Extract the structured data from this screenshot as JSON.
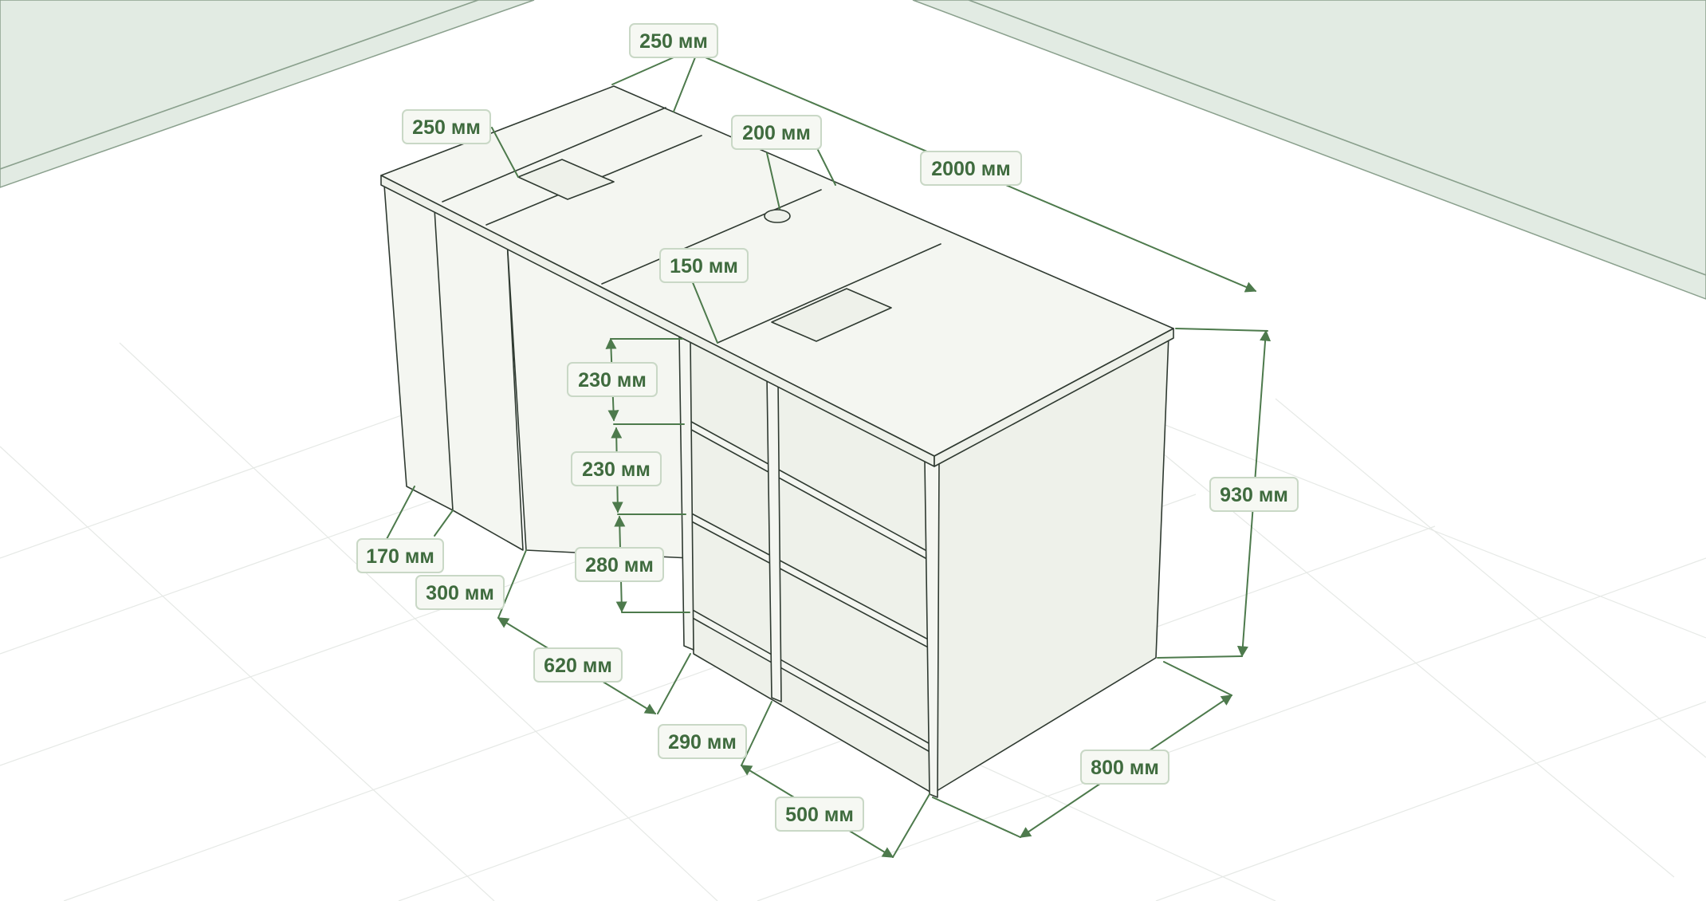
{
  "colors": {
    "wall": "#e2ebe3",
    "dimension_green": "#4d7a4c",
    "label_text": "#3f6b3e",
    "panel_fill": "#f4f6f1",
    "outline": "#2f3a31"
  },
  "dimensions": [
    {
      "id": "top-depth-250-a",
      "value": "250 мм"
    },
    {
      "id": "top-depth-250-b",
      "value": "250 мм"
    },
    {
      "id": "slot-200",
      "value": "200 мм"
    },
    {
      "id": "length-2000",
      "value": "2000 мм"
    },
    {
      "id": "slot-150",
      "value": "150 мм"
    },
    {
      "id": "shelf-230-a",
      "value": "230 мм"
    },
    {
      "id": "shelf-230-b",
      "value": "230 мм"
    },
    {
      "id": "shelf-280",
      "value": "280 мм"
    },
    {
      "id": "height-930",
      "value": "930 мм"
    },
    {
      "id": "base-170",
      "value": "170 мм"
    },
    {
      "id": "base-300",
      "value": "300 мм"
    },
    {
      "id": "base-620",
      "value": "620 мм"
    },
    {
      "id": "base-290",
      "value": "290 мм"
    },
    {
      "id": "base-500",
      "value": "500 мм"
    },
    {
      "id": "depth-800",
      "value": "800 мм"
    }
  ]
}
